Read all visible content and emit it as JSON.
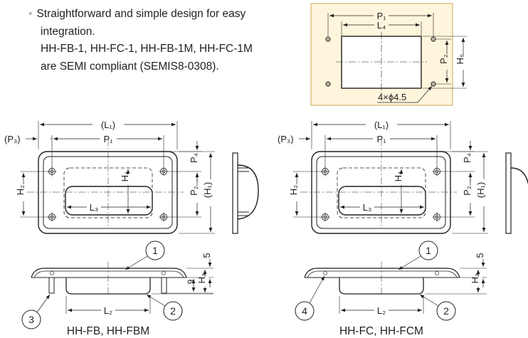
{
  "description": {
    "bullet_line1": "Straightforward and simple design for easy",
    "bullet_line2": "integration.",
    "compliance_line1": "HH-FB-1, HH-FC-1, HH-FB-1M, HH-FC-1M",
    "compliance_line2": "are SEMI compliant (SEMIS8-0308)."
  },
  "panel_cutout": {
    "p1": "P₁",
    "l4": "L₄",
    "p2": "P₂",
    "h5": "H₅",
    "holes": "4×ϕ4.5",
    "background": "#fdf6dc"
  },
  "dims": {
    "l1": "(L₁)",
    "p1": "P₁",
    "p3": "(P₃)",
    "p4": "P₄",
    "h4": "H₄",
    "h2": "H₂",
    "p2": "P₂",
    "h1": "(H₁)",
    "l3": "L₃",
    "l2": "L₂",
    "h3": "H₃",
    "five": "5",
    "nine": "9"
  },
  "callouts": {
    "c1": "1",
    "c2": "2",
    "c3": "3",
    "c4": "4"
  },
  "captions": {
    "left": "HH-FB, HH-FBM",
    "right": "HH-FC, HH-FCM"
  }
}
